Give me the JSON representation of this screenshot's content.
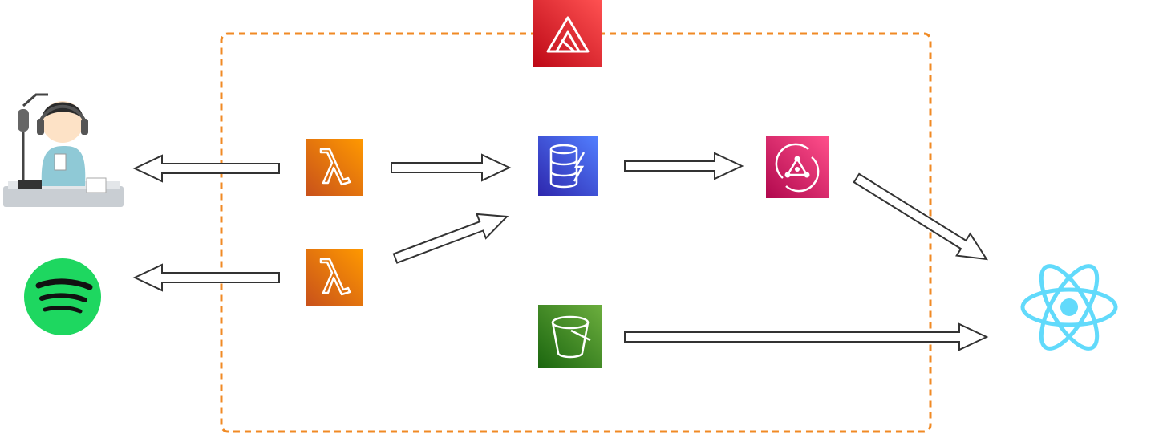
{
  "diagram": {
    "colors": {
      "boundary": "#f08a24",
      "amplify": "#e7353d",
      "lambda": "#f08a18",
      "dynamodb": "#4a58e8",
      "appsync": "#d6246e",
      "s3": "#3f8f2c",
      "spotify": "#1ed760",
      "react": "#61dafb",
      "arrow_stroke": "#333333"
    },
    "nodes": [
      {
        "id": "podcaster",
        "icon": "podcaster-illustration"
      },
      {
        "id": "spotify",
        "icon": "spotify-icon"
      },
      {
        "id": "amplify",
        "icon": "aws-amplify-icon"
      },
      {
        "id": "lambda-1",
        "icon": "aws-lambda-icon"
      },
      {
        "id": "lambda-2",
        "icon": "aws-lambda-icon"
      },
      {
        "id": "dynamodb",
        "icon": "aws-dynamodb-icon"
      },
      {
        "id": "appsync",
        "icon": "aws-appsync-icon"
      },
      {
        "id": "s3",
        "icon": "aws-s3-icon"
      },
      {
        "id": "react",
        "icon": "react-icon"
      }
    ],
    "edges": [
      {
        "from": "lambda-1",
        "to": "podcaster"
      },
      {
        "from": "lambda-2",
        "to": "spotify"
      },
      {
        "from": "lambda-1",
        "to": "dynamodb"
      },
      {
        "from": "lambda-2",
        "to": "dynamodb"
      },
      {
        "from": "dynamodb",
        "to": "appsync"
      },
      {
        "from": "appsync",
        "to": "react"
      },
      {
        "from": "s3",
        "to": "react"
      }
    ]
  }
}
